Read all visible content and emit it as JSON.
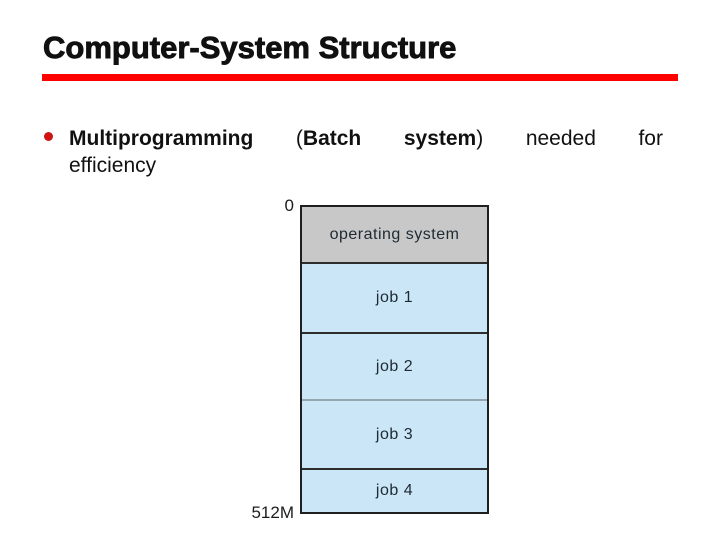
{
  "slide": {
    "title": "Computer-System Structure",
    "bullet": {
      "line1": {
        "w1": "Multiprogramming",
        "w2_open_paren": "(",
        "w2": "Batch",
        "w3": "system",
        "w3_close_paren": ")",
        "w4": "needed",
        "w5": "for"
      },
      "line2": "efficiency"
    }
  },
  "diagram": {
    "top_label": "0",
    "bottom_label": "512M",
    "sections": [
      {
        "label": "operating system",
        "kind": "os",
        "fill": "#c8c8c8"
      },
      {
        "label": "job 1",
        "kind": "job",
        "fill": "#cbe7f7"
      },
      {
        "label": "job 2",
        "kind": "job",
        "fill": "#cbe7f7"
      },
      {
        "label": "job 3",
        "kind": "job",
        "fill": "#cbe7f7"
      },
      {
        "label": "job 4",
        "kind": "job",
        "fill": "#cbe7f7"
      }
    ]
  },
  "colors": {
    "accent_red_rule": "#fe0000",
    "bullet_dot_red": "#cf1212",
    "title_text": "#101010",
    "body_text": "#111111",
    "os_fill": "#c8c8c8",
    "job_fill": "#cbe7f7",
    "box_border_dark": "#1f1f1f",
    "separator_dark": "#2d2d2d",
    "separator_light": "#97a6ae",
    "diagram_text": "#1e2a33",
    "memory_label_text": "#1c1c1c"
  }
}
